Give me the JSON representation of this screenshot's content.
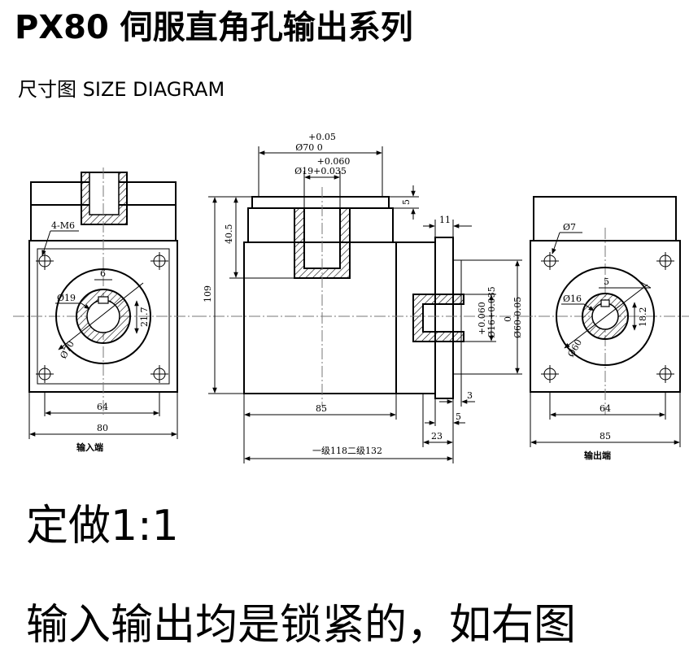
{
  "title": "PX80 伺服直角孔输出系列",
  "subtitle": "尺寸图 SIZE DIAGRAM",
  "drawing": {
    "input_view": {
      "bolt_label": "4-M6",
      "dim_keyway": "6",
      "dim_bore": "Ø19",
      "dim_key_height": "21.7",
      "dim_pcd": "Ø70",
      "dim_bolt_spacing": "64",
      "dim_width": "80",
      "caption": "输入端"
    },
    "side_view": {
      "dim_top_a1": "+0.05",
      "dim_top_a2": "Ø70 0",
      "dim_top_b1": "+0.060",
      "dim_top_b2": "Ø19+0.035",
      "dim_5_top": "5",
      "dim_40_5": "40.5",
      "dim_11": "11",
      "dim_109": "109",
      "dim_out_bore_1": "+0.060",
      "dim_out_bore_2": "Ø16+0.035",
      "dim_out_spig_1": "0",
      "dim_out_spig_2": "Ø60-0.05",
      "dim_85": "85",
      "dim_3": "3",
      "dim_5_bottom": "5",
      "dim_23": "23",
      "dim_length": "一级118二级132"
    },
    "output_view": {
      "hole_label": "Ø7",
      "dim_bore": "Ø16",
      "dim_keyway": "5",
      "dim_key_height": "18.2",
      "dim_pcd": "Ø60",
      "dim_bolt_spacing": "64",
      "dim_width": "85",
      "caption": "输出端"
    }
  },
  "line1": "定做1:1",
  "line2": "输入输出均是锁紧的，如右图"
}
